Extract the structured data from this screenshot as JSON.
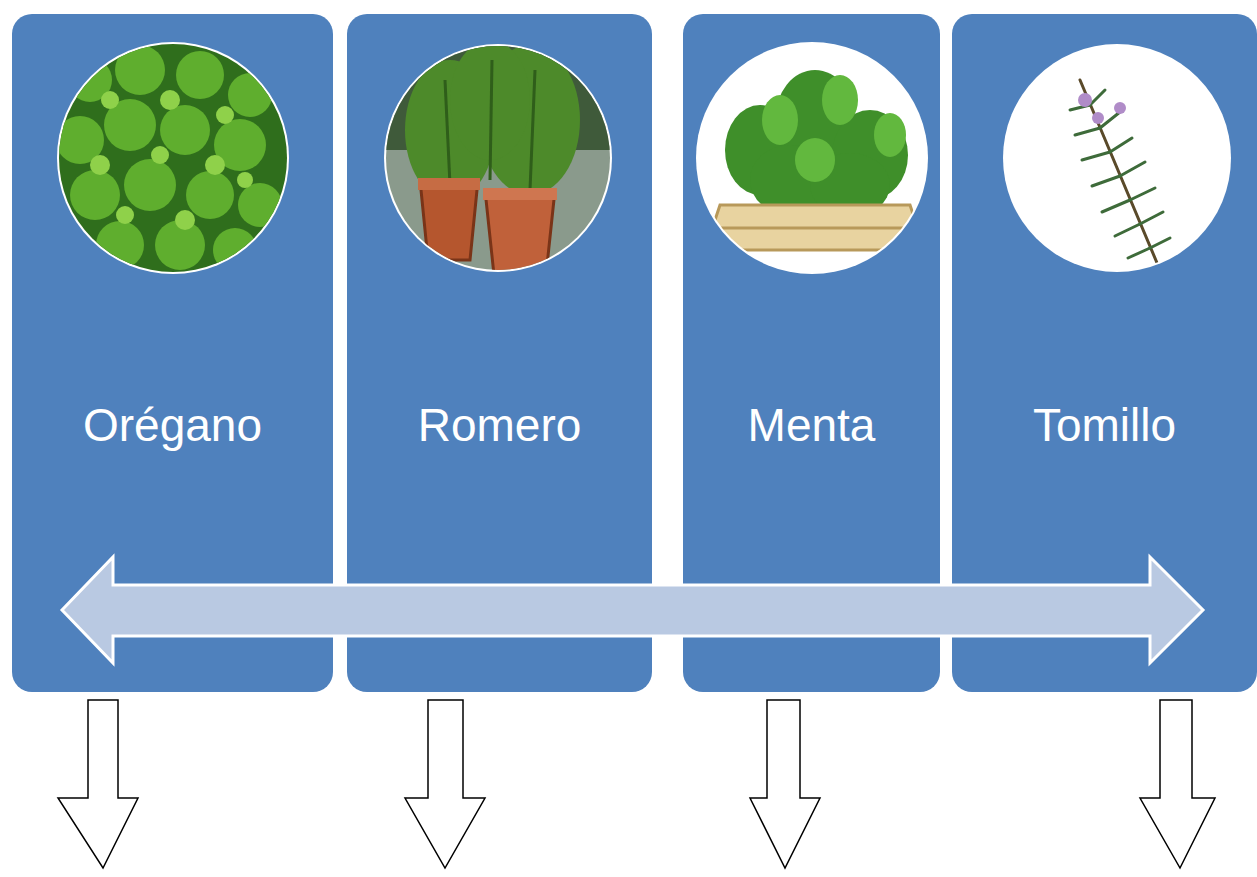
{
  "diagram": {
    "nodes": [
      {
        "text": [
          "Orégano"
        ]
      },
      {
        "text": [
          "Romero"
        ]
      },
      {
        "text": [
          "Menta"
        ]
      },
      {
        "text": [
          "Tomillo"
        ]
      }
    ]
  }
}
